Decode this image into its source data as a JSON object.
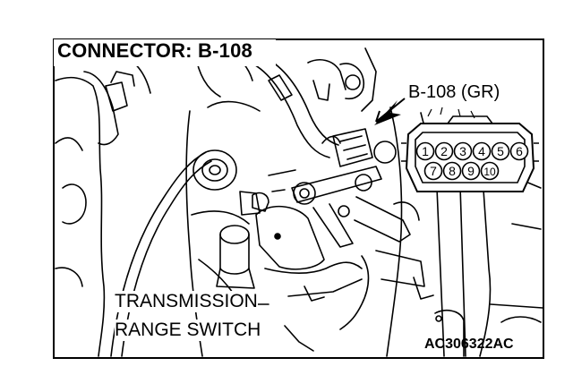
{
  "title": "CONNECTOR: B-108",
  "connector_label": "B-108 (GR)",
  "pins": [
    "1",
    "2",
    "3",
    "4",
    "5",
    "6",
    "7",
    "8",
    "9",
    "10"
  ],
  "part_label": [
    "TRANSMISSION",
    "RANGE SWITCH"
  ],
  "figure_code": "AC306322AC"
}
